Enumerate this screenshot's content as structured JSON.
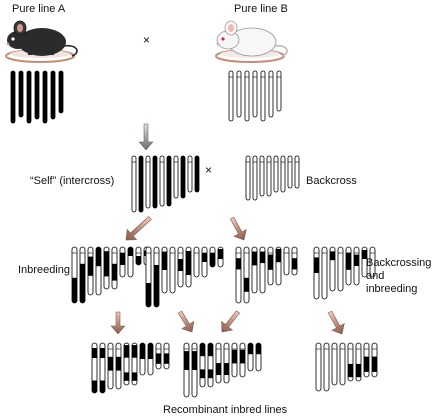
{
  "labels": {
    "pure_line_a": "Pure line A",
    "pure_line_b": "Pure line B",
    "cross_symbol": "×",
    "self_intercross": "“Self” (intercross)",
    "cross_symbol_2": "×",
    "backcross": "Backcross",
    "inbreeding": "Inbreeding",
    "backcrossing_and_inbreeding": [
      "Backcrossing",
      "and",
      "inbreeding"
    ],
    "recombinant_inbred_lines": "Recombinant inbred lines"
  },
  "colors": {
    "black": "#000000",
    "white": "#ffffff",
    "arrow_gradient_top": "#f4c7b4",
    "arrow_gradient_bottom": "#8a5a4c",
    "arrow_gray_top": "#e0e0e0",
    "arrow_gray_bottom": "#6a6a6a",
    "mouse_black": "#2b2b2b",
    "mouse_white": "#f7f7f7",
    "plate_rim": "#c98c76"
  },
  "icons": {
    "mouse_a": "black-mouse-icon",
    "mouse_b": "white-mouse-icon"
  },
  "groups": {
    "pure_a": "black-black-black-black-black-black-black",
    "pure_b": "white-white-white-white-white-white-white",
    "f1": "hybrid pairs: one black + one white homologue each",
    "inbred_1": "recombinant mix",
    "inbred_2": "recombinant mix",
    "inbred_3": "recombinant mix",
    "backcross_inbred": "mostly white with black segments",
    "ril_1": "recombinant inbred",
    "ril_2": "recombinant inbred",
    "ril_3": "mostly white recombinant inbred"
  }
}
